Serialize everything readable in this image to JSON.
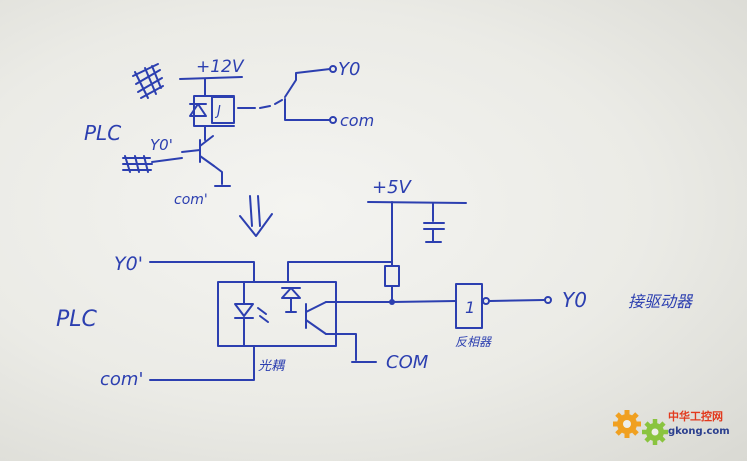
{
  "labels": {
    "plus12v": "+12V",
    "y0_top": "Y0",
    "com_top": "com",
    "relay_coil": "J",
    "plc_top": "PLC",
    "y0p_top": "Y0'",
    "comp_top": "com'",
    "plus5v": "+5V",
    "y0p_bottom": "Y0'",
    "plc_bottom": "PLC",
    "comp_bottom": "com'",
    "optocoupler": "光耦",
    "com_bottom": "COM",
    "inverter": "1",
    "inverter_label": "反相器",
    "y0_out": "Y0",
    "drive_port": "接驱动器"
  },
  "watermark": {
    "cn": "中华工控网",
    "en": "gkong.com"
  },
  "colors": {
    "ink": "#2c3fb0",
    "paper": "#eeeeea",
    "watermark_red": "#e23a1e",
    "watermark_blue": "#2b3f8e",
    "gear_orange": "#f0a020",
    "gear_green": "#8ac43f"
  }
}
